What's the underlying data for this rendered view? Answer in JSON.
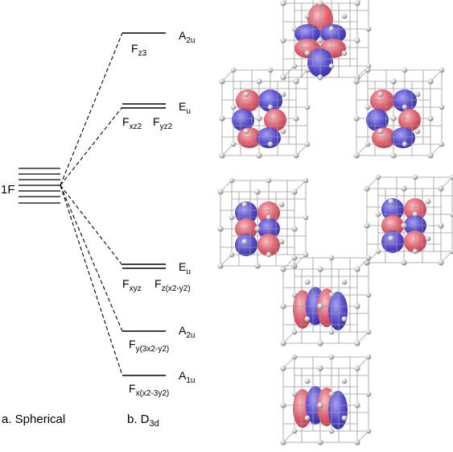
{
  "spherical": {
    "label": "1F",
    "caption": "a. Spherical"
  },
  "d3d": {
    "caption_main": "b. D",
    "caption_sub": "3d"
  },
  "levels": [
    {
      "orbitals": [
        {
          "main": "F",
          "sub": "z3"
        }
      ],
      "symmetry": {
        "main": "A",
        "sub": "2u"
      }
    },
    {
      "orbitals": [
        {
          "main": "F",
          "sub": "xz2"
        },
        {
          "main": "F",
          "sub": "yz2"
        }
      ],
      "symmetry": {
        "main": "E",
        "sub": "u"
      }
    },
    {
      "orbitals": [
        {
          "main": "F",
          "sub": "xyz"
        },
        {
          "main": "F",
          "sub": "z(x2-y2)"
        }
      ],
      "symmetry": {
        "main": "E",
        "sub": "u"
      }
    },
    {
      "orbitals": [
        {
          "main": "F",
          "sub": "y(3x2-y2)"
        }
      ],
      "symmetry": {
        "main": "A",
        "sub": "2u"
      }
    },
    {
      "orbitals": [
        {
          "main": "F",
          "sub": "x(x2-3y2)"
        }
      ],
      "symmetry": {
        "main": "A",
        "sub": "1u"
      }
    }
  ],
  "colors": {
    "positive_lobe": "#e8606f",
    "negative_lobe": "#5a4fd0",
    "lattice": "#9a9a9a",
    "atom": "#bdbdbd"
  },
  "orbital_images": [
    "orbital-fz3",
    "orbital-fxz2",
    "orbital-fyz2",
    "orbital-fxyz",
    "orbital-fzx2y2",
    "orbital-fy3x2y2",
    "orbital-fxx23y2"
  ]
}
